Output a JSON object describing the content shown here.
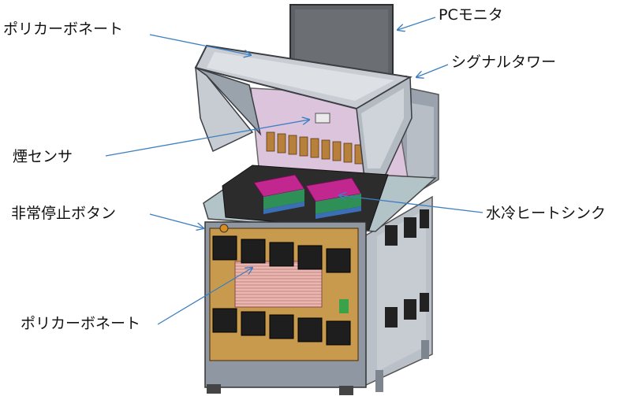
{
  "labels": {
    "polycarbonate_top": "ポリカーボネート",
    "pc_monitor": "PCモニタ",
    "signal_tower": "シグナルタワー",
    "smoke_sensor": "煙センサ",
    "emergency_stop": "非常停止ボタン",
    "water_heatsink": "水冷ヒートシンク",
    "polycarbonate_front": "ポリカーボネート"
  },
  "colors": {
    "arrow": "#3d7fc1",
    "frame": "#a9b3bf",
    "panel_orange": "#c79a4e",
    "panel_pink": "#dcc4dc",
    "fan": "#1e1e1e",
    "heatsink": "#c2268f"
  }
}
